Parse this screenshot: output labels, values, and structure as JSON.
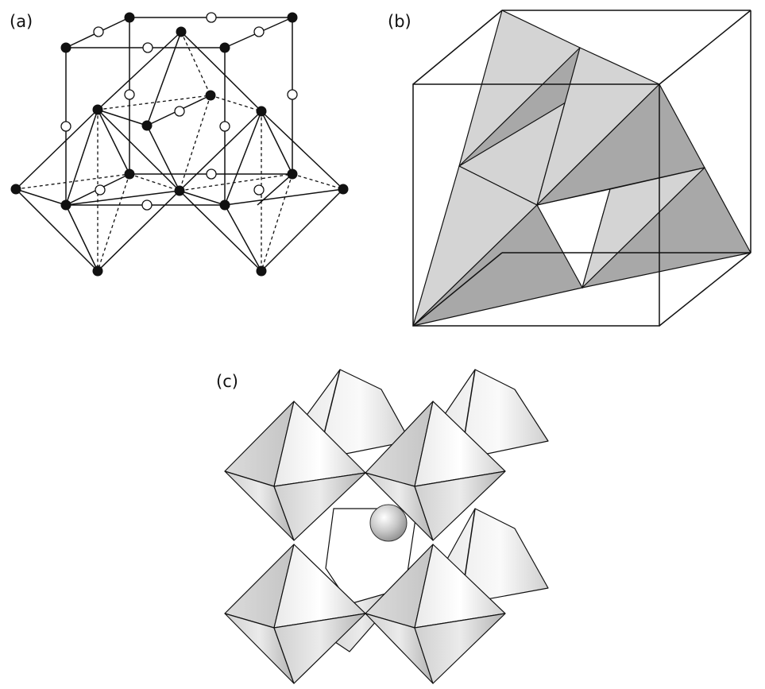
{
  "panels": {
    "a": {
      "label": "(a)"
    },
    "b": {
      "label": "(b)"
    },
    "c": {
      "label": "(c)"
    }
  },
  "colors": {
    "line": "#111111",
    "black_atom": "#111111",
    "white_atom": "#ffffff",
    "face_light": "#d4d4d4",
    "face_dark": "#a8a8a8",
    "octahedron_light": "#f2f2f2",
    "octahedron_dark": "#b5b5b5",
    "sphere": "#bdbdbd"
  }
}
